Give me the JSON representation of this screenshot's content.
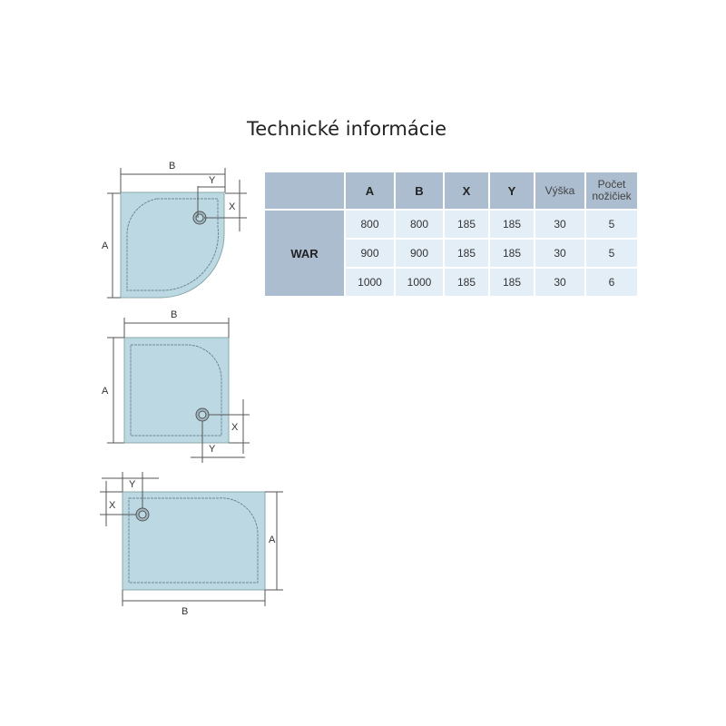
{
  "title": "Technické informácie",
  "table": {
    "headers": [
      "",
      "A",
      "B",
      "X",
      "Y",
      "Výška",
      "Počet nožičiek"
    ],
    "header_lines": {
      "vyska": "Výška",
      "pocet_1": "Počet",
      "pocet_2": "nožičiek"
    },
    "model": "WAR",
    "rows": [
      [
        "800",
        "800",
        "185",
        "185",
        "30",
        "5"
      ],
      [
        "900",
        "900",
        "185",
        "185",
        "30",
        "5"
      ],
      [
        "1000",
        "1000",
        "185",
        "185",
        "30",
        "6"
      ]
    ]
  },
  "diagram_labels": {
    "a": "A",
    "b": "B",
    "x": "X",
    "y": "Y"
  },
  "colors": {
    "tray": "#bcd9e3",
    "header": "#abbdce",
    "cell": "#e4eef7"
  }
}
